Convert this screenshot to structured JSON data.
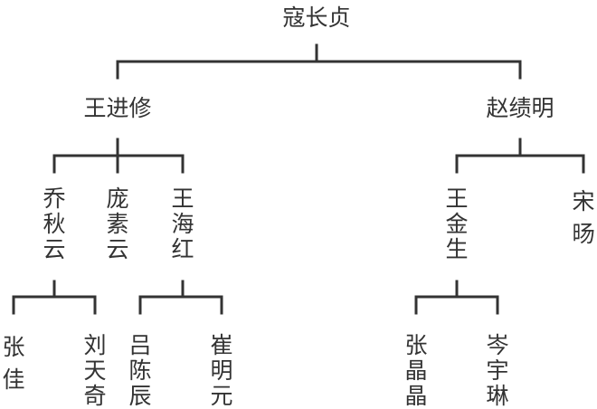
{
  "nodes": {
    "root": "寇长贞",
    "wang_jinxiu": "王进修",
    "zhao_jiming": "赵绩明",
    "qiao_qiuyun": "乔秋云",
    "pang_suyun": "庞素云",
    "wang_haihong": "王海红",
    "wang_jinsheng": "王金生",
    "song_yang": "宋旸",
    "zhang_jia": "张佳",
    "liu_tianqi": "刘天奇",
    "lv_chenchen": "吕陈辰",
    "cui_mingyuan": "崔明元",
    "zhang_jingjing": "张晶晶",
    "cen_yulin": "岑宇琳"
  },
  "colors": {
    "line": "#333333",
    "text": "#333333"
  }
}
